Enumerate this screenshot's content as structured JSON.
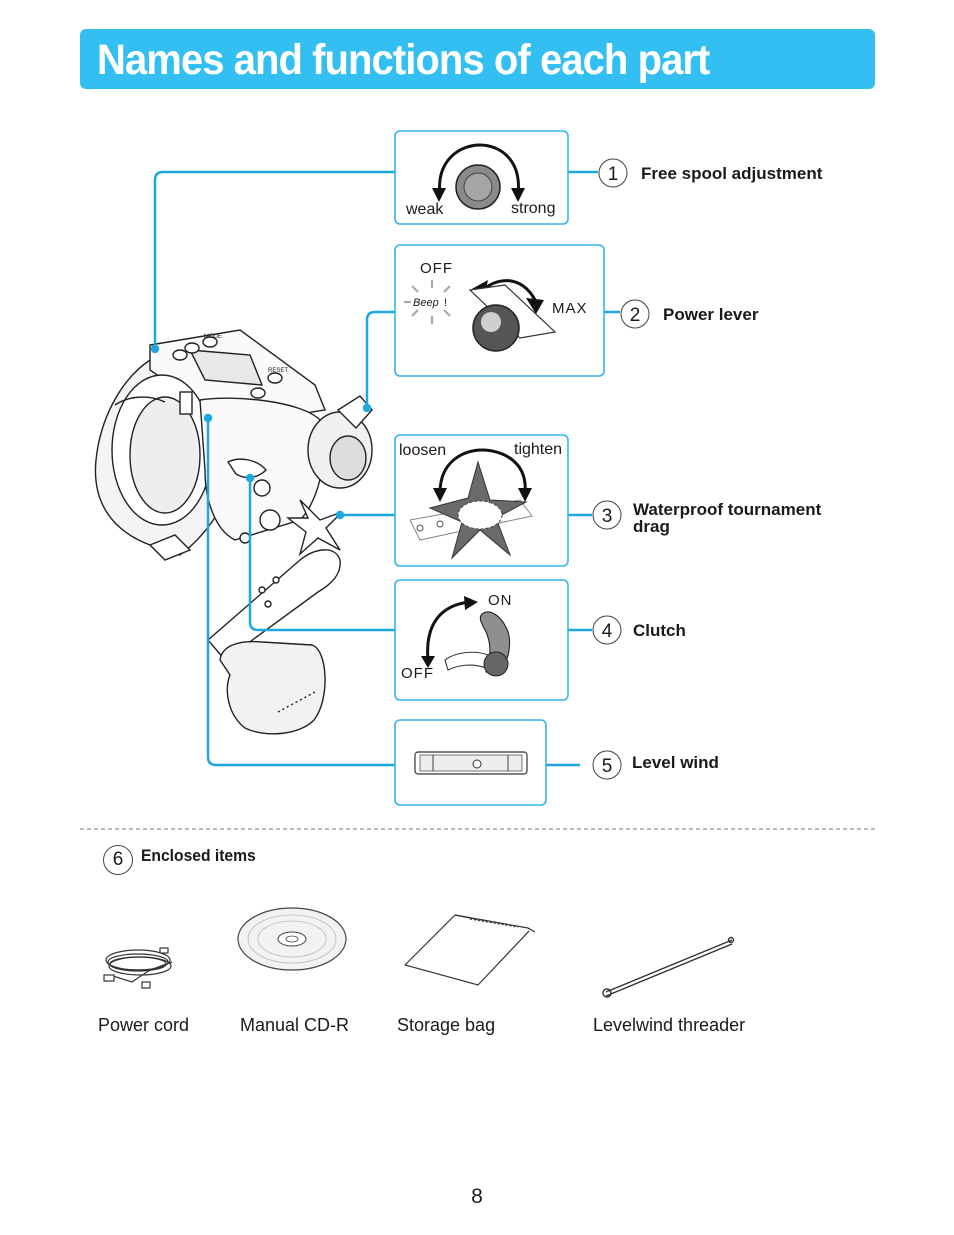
{
  "header": {
    "title": "Names and functions of each part"
  },
  "parts": [
    {
      "number": "1",
      "name": "Free spool adjustment",
      "labels": [
        "weak",
        "strong"
      ]
    },
    {
      "number": "2",
      "name": "Power lever",
      "labels": [
        "OFF",
        "Beep",
        "!",
        "MAX"
      ]
    },
    {
      "number": "3",
      "name_line1": "Waterproof tournament",
      "name_line2": "drag",
      "labels": [
        "loosen",
        "tighten"
      ]
    },
    {
      "number": "4",
      "name": "Clutch",
      "labels": [
        "ON",
        "OFF"
      ]
    },
    {
      "number": "5",
      "name": "Level wind"
    }
  ],
  "enclosed": {
    "number": "6",
    "title": "Enclosed items",
    "items": [
      "Power cord",
      "Manual CD-R",
      "Storage bag",
      "Levelwind threader"
    ]
  },
  "page_number": "8",
  "colors": {
    "accent": "#33bff2",
    "leader": "#1ea8e0",
    "box_border": "#33b5e8"
  }
}
